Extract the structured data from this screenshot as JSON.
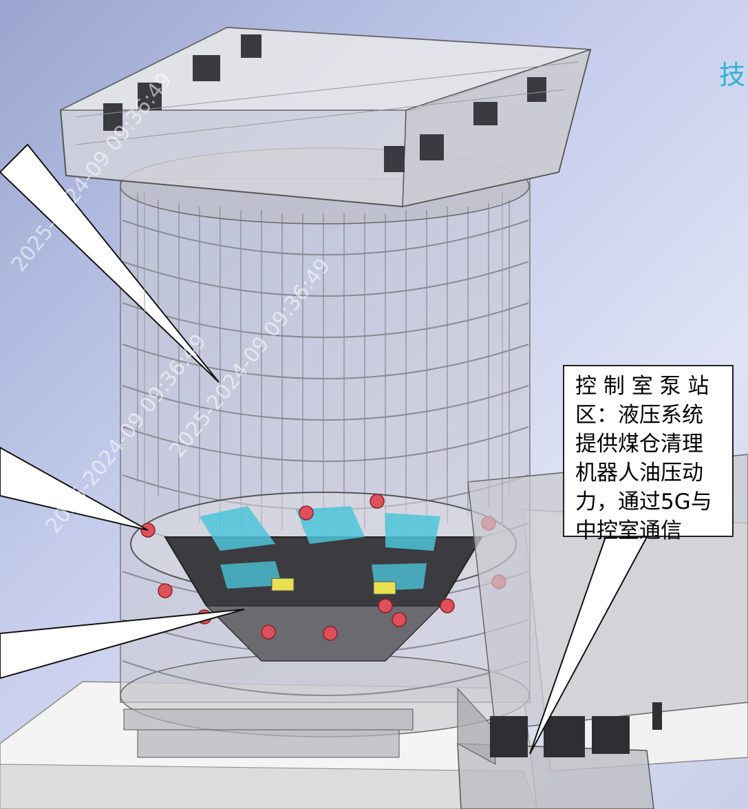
{
  "title_fragment": "技",
  "callout": {
    "lines": [
      "控 制 室 泵 站",
      "区：液压系统",
      "提供煤仓清理",
      "机器人油压动",
      "力，通过5G与",
      "中控室通信"
    ]
  },
  "watermarks": [
    "2025-2024-09 09:36:49",
    "2025-2024-09 09:36:49",
    "2025-2024-09 09:36:49"
  ],
  "colors": {
    "background": "#c5ccec",
    "title": "#2bb2d6",
    "robot_red": "#e0505a",
    "robot_teal": "#4cc4d8"
  }
}
